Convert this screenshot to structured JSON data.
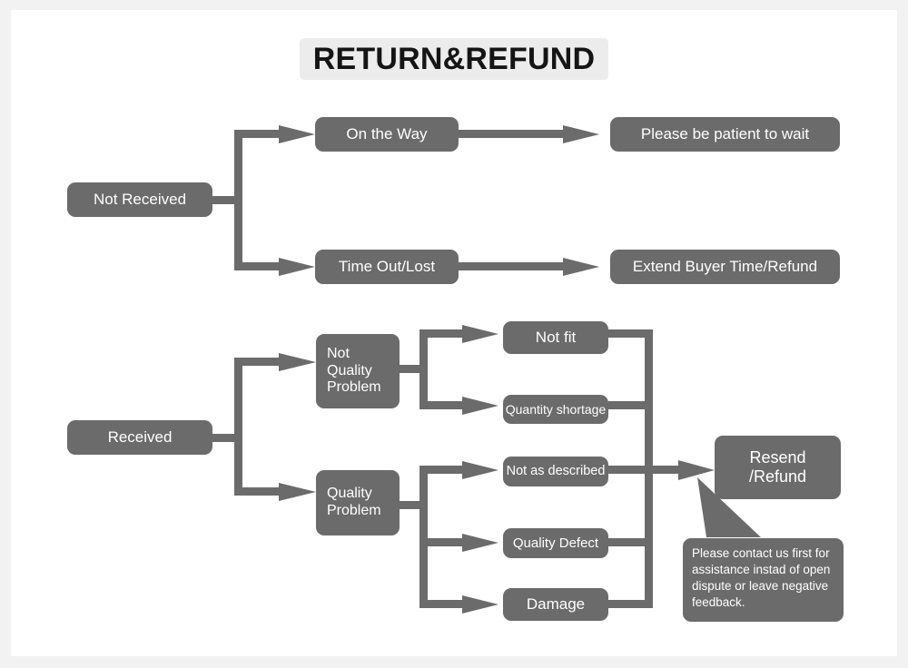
{
  "page": {
    "title": "RETURN&REFUND",
    "frame_color": "#f2f2f2",
    "canvas_color": "#ffffff",
    "node_fill": "#6b6b6b",
    "node_text_color": "#ffffff",
    "connector_color": "#6b6b6b",
    "title_bg": "#ececec",
    "title_text_color": "#151515"
  },
  "flow": {
    "not_received": {
      "root": "Not Received",
      "branches": [
        {
          "label": "On the Way",
          "outcome": "Please be patient to wait"
        },
        {
          "label": "Time Out/Lost",
          "outcome": "Extend Buyer Time/Refund"
        }
      ]
    },
    "received": {
      "root": "Received",
      "categories": [
        {
          "label": "Not\nQuality\nProblem",
          "reasons": [
            "Not fit",
            "Quantity shortage"
          ]
        },
        {
          "label": "Quality\nProblem",
          "reasons": [
            "Not as described",
            "Quality Defect",
            "Damage"
          ]
        }
      ],
      "resolution": "Resend\n/Refund"
    }
  },
  "callout": {
    "text": "Please contact us first for assistance instad of open dispute or leave negative feedback."
  }
}
